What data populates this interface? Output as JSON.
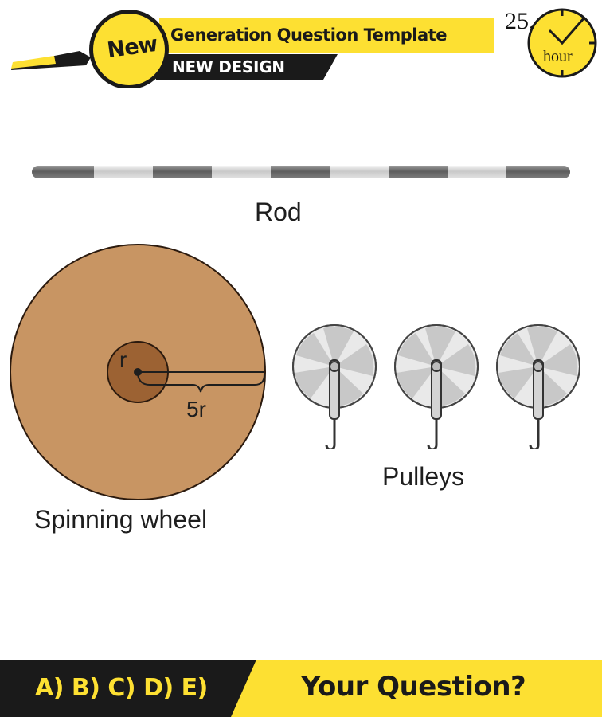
{
  "header": {
    "badge": "New",
    "title": "Generation Question Template",
    "subtitle": "NEW DESIGN",
    "clock_number": "25.",
    "clock_unit": "hour"
  },
  "diagram": {
    "rod_label": "Rod",
    "wheel_label": "Spinning wheel",
    "inner_radius_label": "r",
    "outer_radius_label": "5r",
    "pulleys_label": "Pulleys"
  },
  "footer": {
    "options": "A) B) C) D) E)",
    "question": "Your Question?"
  },
  "colors": {
    "accent_yellow": "#fde032",
    "wheel": "#c89563",
    "wheel_hub": "#9c6233",
    "dark": "#1a1a1a"
  }
}
